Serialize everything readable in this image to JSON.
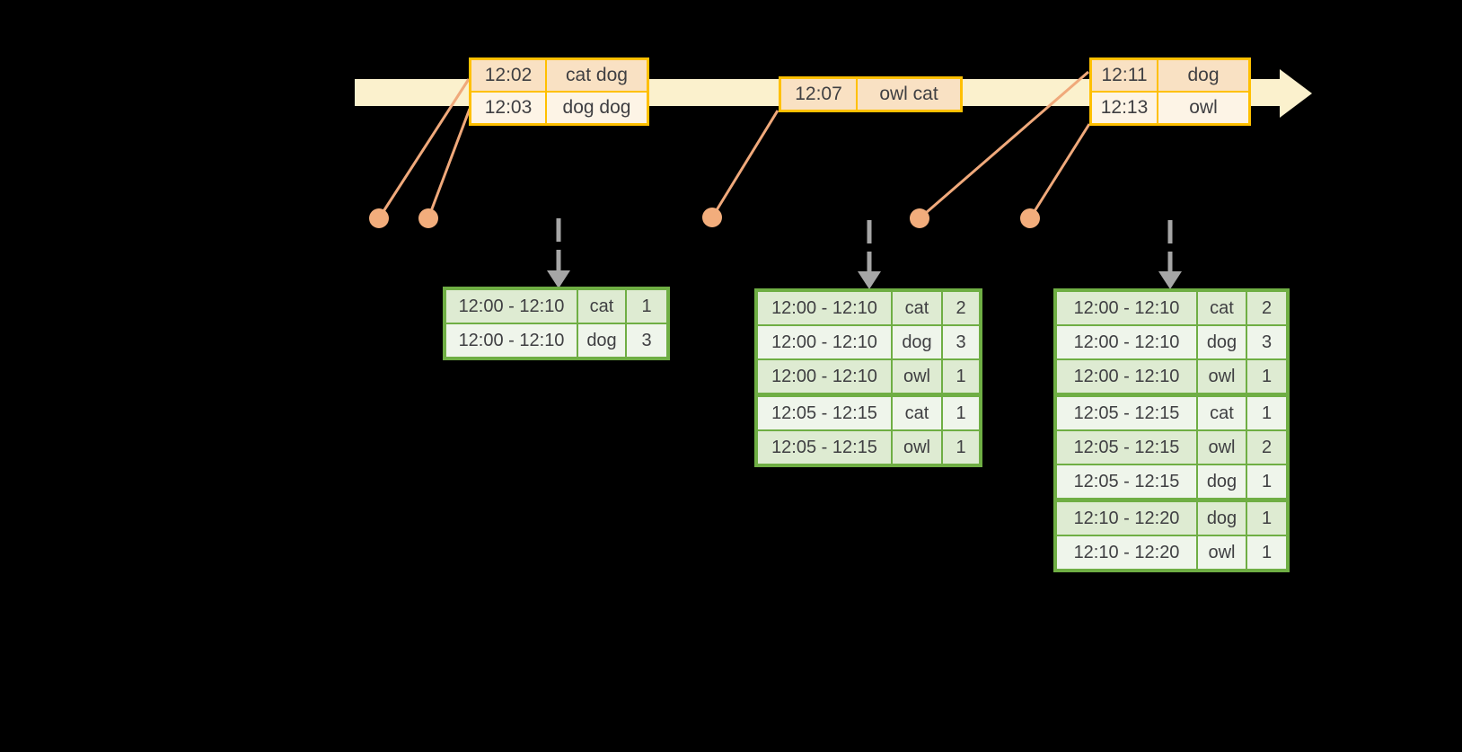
{
  "diagram": {
    "type": "streaming-windowed-aggregation-diagram",
    "icons": {
      "timeline_arrow": "right-arrow",
      "trigger_arrow": "dashed-down-arrow",
      "event_marker": "orange-dot"
    },
    "colors": {
      "background": "#000000",
      "timeline_fill": "#FBF1CD",
      "event_table_border": "#FFC000",
      "event_row_peach": "#F9E1C3",
      "event_row_cream": "#FDF4E6",
      "connector_line": "#F0A97B",
      "event_dot": "#F2AD7C",
      "trigger_arrow": "#A6A6A6",
      "result_table_border": "#6FAE44",
      "result_row_dark": "#DEEBD2",
      "result_row_light": "#EFF5EB",
      "text": "#3F3F42"
    }
  },
  "event_tables": [
    {
      "rows": [
        {
          "time": "12:02",
          "data": "cat dog"
        },
        {
          "time": "12:03",
          "data": "dog dog"
        }
      ]
    },
    {
      "rows": [
        {
          "time": "12:07",
          "data": "owl cat"
        }
      ]
    },
    {
      "rows": [
        {
          "time": "12:11",
          "data": "dog"
        },
        {
          "time": "12:13",
          "data": "owl"
        }
      ]
    }
  ],
  "result_tables": [
    {
      "rows": [
        {
          "window": "12:00 - 12:10",
          "word": "cat",
          "count": "1"
        },
        {
          "window": "12:00 - 12:10",
          "word": "dog",
          "count": "3"
        }
      ]
    },
    {
      "rows": [
        {
          "window": "12:00 - 12:10",
          "word": "cat",
          "count": "2"
        },
        {
          "window": "12:00 - 12:10",
          "word": "dog",
          "count": "3"
        },
        {
          "window": "12:00 - 12:10",
          "word": "owl",
          "count": "1"
        },
        {
          "window": "12:05 - 12:15",
          "word": "cat",
          "count": "1"
        },
        {
          "window": "12:05 - 12:15",
          "word": "owl",
          "count": "1"
        }
      ]
    },
    {
      "rows": [
        {
          "window": "12:00 - 12:10",
          "word": "cat",
          "count": "2"
        },
        {
          "window": "12:00 - 12:10",
          "word": "dog",
          "count": "3"
        },
        {
          "window": "12:00 - 12:10",
          "word": "owl",
          "count": "1"
        },
        {
          "window": "12:05 - 12:15",
          "word": "cat",
          "count": "1"
        },
        {
          "window": "12:05 - 12:15",
          "word": "owl",
          "count": "2"
        },
        {
          "window": "12:05 - 12:15",
          "word": "dog",
          "count": "1"
        },
        {
          "window": "12:10 - 12:20",
          "word": "dog",
          "count": "1"
        },
        {
          "window": "12:10 - 12:20",
          "word": "owl",
          "count": "1"
        }
      ]
    }
  ]
}
